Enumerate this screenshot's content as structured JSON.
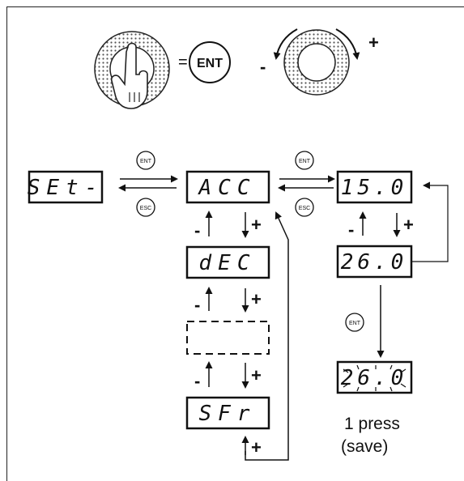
{
  "legend": {
    "ent_equals": "=",
    "ent_button": "ENT",
    "minus": "-",
    "plus": "+"
  },
  "menu": {
    "set_display": "SEt-",
    "acc_display": "ACC",
    "dec_display": "dEC",
    "empty_display": "",
    "sfr_display": "SFr",
    "value_display": "15.0",
    "new_value_display": "26.0",
    "saved_display": "26.0"
  },
  "nav": {
    "ent_small": "ENT",
    "esc_small": "ESC",
    "minus": "-",
    "plus": "+"
  },
  "caption": {
    "line1": "1 press",
    "line2": "(save)"
  }
}
